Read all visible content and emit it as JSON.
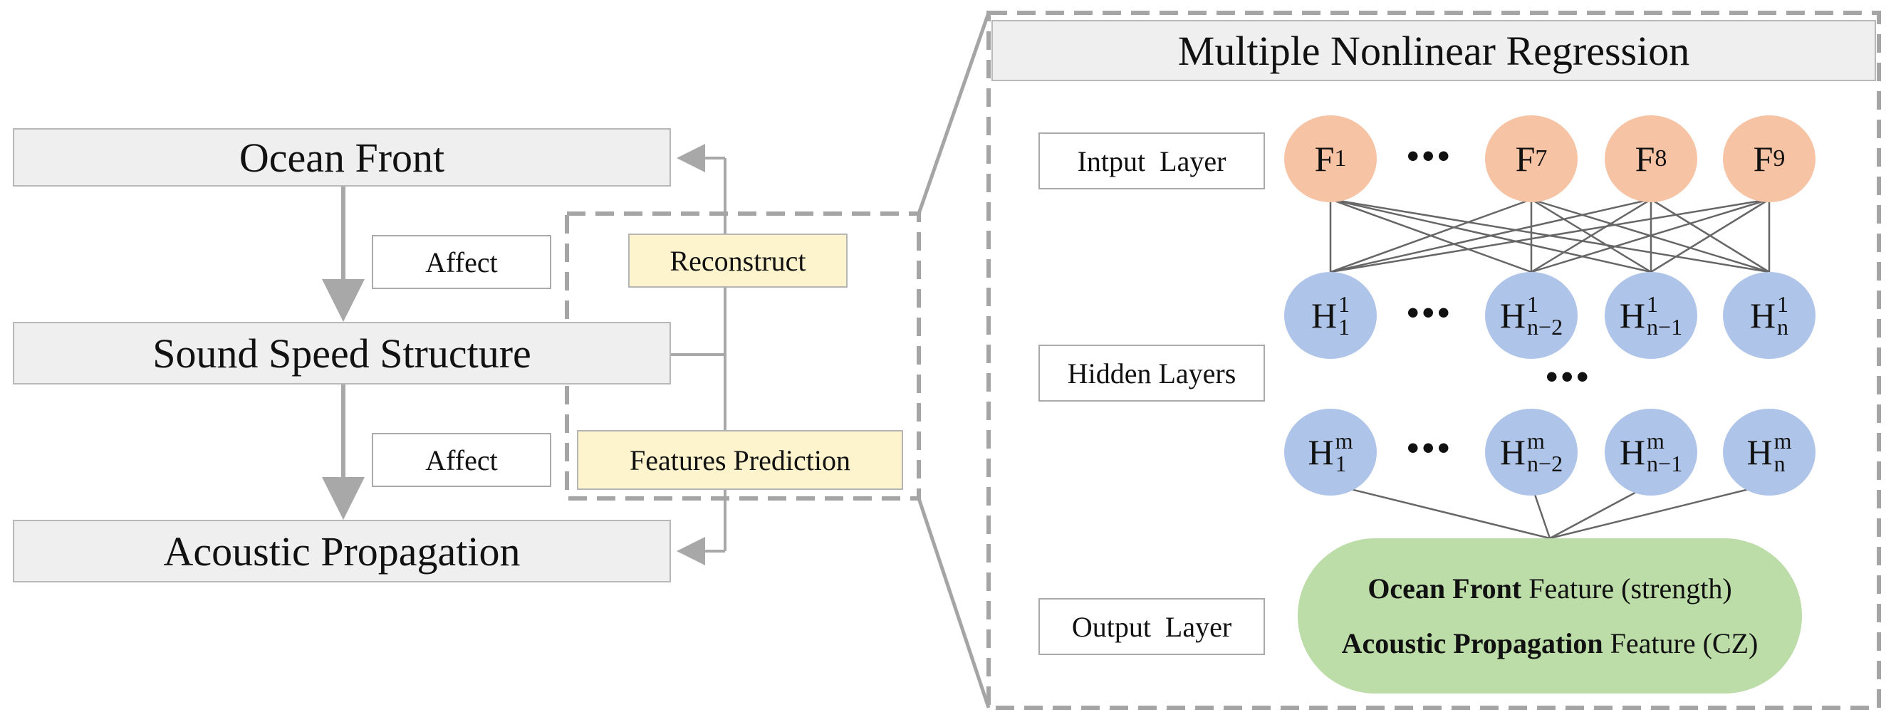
{
  "left": {
    "ocean_front": "Ocean Front",
    "sound_speed": "Sound Speed Structure",
    "acoustic": "Acoustic Propagation",
    "affect1": "Affect",
    "affect2": "Affect",
    "reconstruct": "Reconstruct",
    "features_prediction": "Features Prediction"
  },
  "right": {
    "title": "Multiple Nonlinear Regression",
    "input_layer": "Intput  Layer",
    "hidden_layers": "Hidden Layers",
    "output_layer": "Output  Layer",
    "input_nodes": [
      "F",
      "F",
      "F",
      "F"
    ],
    "input_subs": [
      "1",
      "7",
      "8",
      "9"
    ],
    "ellipsis": "•••",
    "hidden_base": "H",
    "hidden_row1_sup": "1",
    "hidden_rowm_sup": "m",
    "hidden_subs": [
      "1",
      "n−2",
      "n−1",
      "n"
    ],
    "output_line1_bold": "Ocean Front",
    "output_line1_rest": " Feature (strength)",
    "output_line2_bold": "Acoustic Propagation",
    "output_line2_rest": " Feature (CZ)"
  },
  "colors": {
    "input_node": "#f6c3a4",
    "hidden_node": "#aec4e8",
    "output_node": "#bcdca8",
    "highlight_box": "#fdf3cc",
    "grey_box": "#efefef"
  }
}
